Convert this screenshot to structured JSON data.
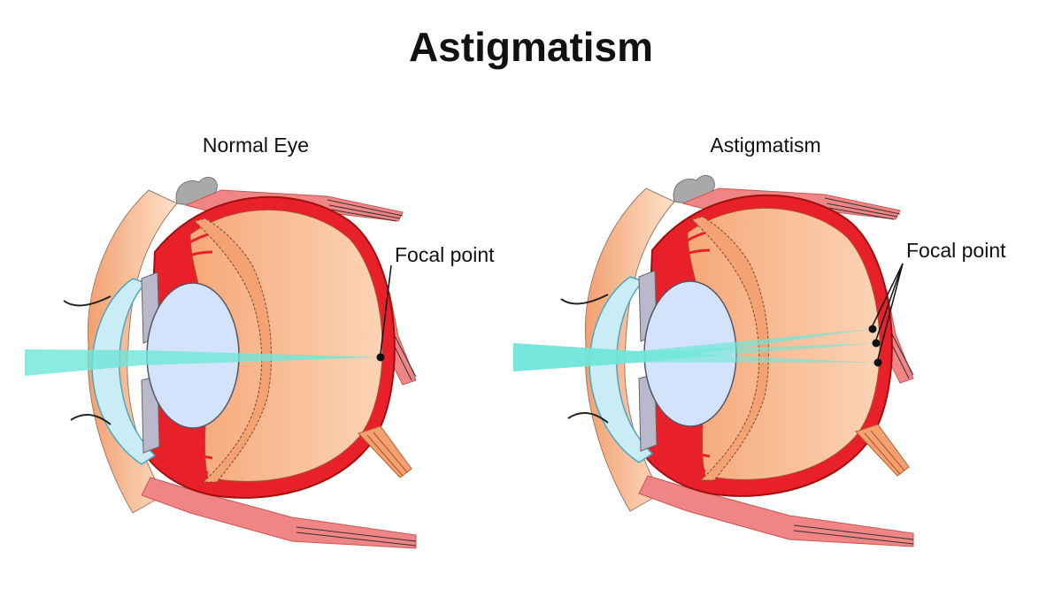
{
  "title": "Astigmatism",
  "panels": [
    {
      "heading": "Normal Eye",
      "focal_label": "Focal point",
      "focal_points": 1
    },
    {
      "heading": "Astigmatism",
      "focal_label": "Focal point",
      "focal_points": 3
    }
  ],
  "colors": {
    "sclera": "#e8202a",
    "muscle": "#ef8585",
    "vitreous": "#f9c6a0",
    "vitreous_inner": "#f4a173",
    "lens": "#d3e3fb",
    "cornea": "#c9ecf5",
    "iris": "#b9b9cb",
    "light_beam": "#6fe6d8",
    "skin": "#f6c8a3"
  }
}
